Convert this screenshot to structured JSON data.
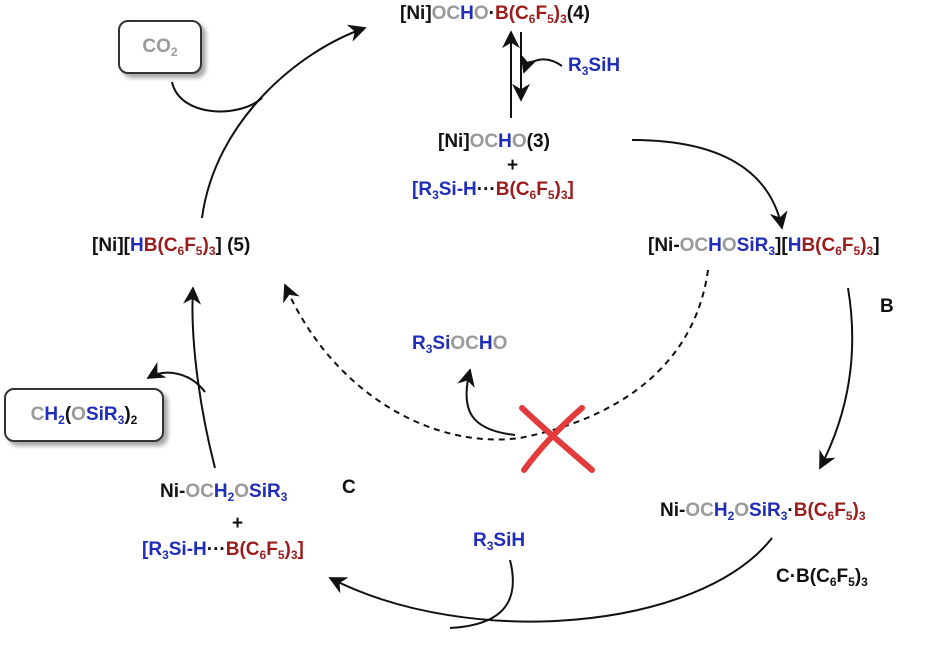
{
  "colors": {
    "black": "#111111",
    "blue": "#1f2db8",
    "red": "#9b1c1c",
    "gray": "#9a9a9a",
    "cross": "#e33b3b"
  },
  "labels": {
    "s4": [
      {
        "t": "[Ni]",
        "c": "black"
      },
      {
        "t": "OC",
        "c": "gray"
      },
      {
        "t": "H",
        "c": "blue"
      },
      {
        "t": "O",
        "c": "gray"
      },
      {
        "t": "·",
        "c": "black"
      },
      {
        "t": "B(C",
        "c": "red"
      },
      {
        "t": "6",
        "c": "red",
        "sub": true
      },
      {
        "t": "F",
        "c": "red"
      },
      {
        "t": "5",
        "c": "red",
        "sub": true
      },
      {
        "t": ")",
        "c": "red"
      },
      {
        "t": "3",
        "c": "red",
        "sub": true
      },
      {
        "t": " (4)",
        "c": "black"
      }
    ],
    "r3sih_top": [
      {
        "t": "R",
        "c": "blue"
      },
      {
        "t": "3",
        "c": "blue",
        "sub": true
      },
      {
        "t": "SiH",
        "c": "blue"
      }
    ],
    "s3": [
      {
        "t": "[Ni]",
        "c": "black"
      },
      {
        "t": "OC",
        "c": "gray"
      },
      {
        "t": "H",
        "c": "blue"
      },
      {
        "t": "O",
        "c": "gray"
      },
      {
        "t": " (3)",
        "c": "black"
      }
    ],
    "plus1": [
      {
        "t": "+",
        "c": "black"
      }
    ],
    "adduct1": [
      {
        "t": "[R",
        "c": "blue"
      },
      {
        "t": "3",
        "c": "blue",
        "sub": true
      },
      {
        "t": "Si-H",
        "c": "blue"
      },
      {
        "t": "···",
        "c": "black"
      },
      {
        "t": "B(C",
        "c": "red"
      },
      {
        "t": "6",
        "c": "red",
        "sub": true
      },
      {
        "t": "F",
        "c": "red"
      },
      {
        "t": "5",
        "c": "red",
        "sub": true
      },
      {
        "t": ")",
        "c": "red"
      },
      {
        "t": "3",
        "c": "red",
        "sub": true
      },
      {
        "t": "]",
        "c": "red"
      }
    ],
    "s5": [
      {
        "t": "[Ni][",
        "c": "black"
      },
      {
        "t": "H",
        "c": "blue"
      },
      {
        "t": "B(C",
        "c": "red"
      },
      {
        "t": "6",
        "c": "red",
        "sub": true
      },
      {
        "t": "F",
        "c": "red"
      },
      {
        "t": "5",
        "c": "red",
        "sub": true
      },
      {
        "t": ")",
        "c": "red"
      },
      {
        "t": "3",
        "c": "red",
        "sub": true
      },
      {
        "t": "] (5)",
        "c": "black"
      }
    ],
    "sB": [
      {
        "t": "[Ni-",
        "c": "black"
      },
      {
        "t": "OC",
        "c": "gray"
      },
      {
        "t": "H",
        "c": "blue"
      },
      {
        "t": "O",
        "c": "gray"
      },
      {
        "t": "SiR",
        "c": "blue"
      },
      {
        "t": "3",
        "c": "blue",
        "sub": true
      },
      {
        "t": "][",
        "c": "black"
      },
      {
        "t": "H",
        "c": "blue"
      },
      {
        "t": "B(C",
        "c": "red"
      },
      {
        "t": "6",
        "c": "red",
        "sub": true
      },
      {
        "t": "F",
        "c": "red"
      },
      {
        "t": "5",
        "c": "red",
        "sub": true
      },
      {
        "t": ")",
        "c": "red"
      },
      {
        "t": "3",
        "c": "red",
        "sub": true
      },
      {
        "t": "]",
        "c": "black"
      }
    ],
    "B": [
      {
        "t": "B",
        "c": "black"
      }
    ],
    "silylformate": [
      {
        "t": "R",
        "c": "blue"
      },
      {
        "t": "3",
        "c": "blue",
        "sub": true
      },
      {
        "t": "Si",
        "c": "blue"
      },
      {
        "t": "OC",
        "c": "gray"
      },
      {
        "t": "H",
        "c": "blue"
      },
      {
        "t": "O",
        "c": "gray"
      }
    ],
    "sC": [
      {
        "t": "Ni-",
        "c": "black"
      },
      {
        "t": "OC",
        "c": "gray"
      },
      {
        "t": "H",
        "c": "blue"
      },
      {
        "t": "2",
        "c": "blue",
        "sub": true
      },
      {
        "t": "O",
        "c": "gray"
      },
      {
        "t": "SiR",
        "c": "blue"
      },
      {
        "t": "3",
        "c": "blue",
        "sub": true
      }
    ],
    "C": [
      {
        "t": "C",
        "c": "black"
      }
    ],
    "plus2": [
      {
        "t": "+",
        "c": "black"
      }
    ],
    "adduct2": [
      {
        "t": "[R",
        "c": "blue"
      },
      {
        "t": "3",
        "c": "blue",
        "sub": true
      },
      {
        "t": "Si-H",
        "c": "blue"
      },
      {
        "t": "···",
        "c": "black"
      },
      {
        "t": "B(C",
        "c": "red"
      },
      {
        "t": "6",
        "c": "red",
        "sub": true
      },
      {
        "t": "F",
        "c": "red"
      },
      {
        "t": "5",
        "c": "red",
        "sub": true
      },
      {
        "t": ")",
        "c": "red"
      },
      {
        "t": "3",
        "c": "red",
        "sub": true
      },
      {
        "t": "]",
        "c": "red"
      }
    ],
    "sCB": [
      {
        "t": "Ni-",
        "c": "black"
      },
      {
        "t": "OC",
        "c": "gray"
      },
      {
        "t": "H",
        "c": "blue"
      },
      {
        "t": "2",
        "c": "blue",
        "sub": true
      },
      {
        "t": "O",
        "c": "gray"
      },
      {
        "t": "SiR",
        "c": "blue"
      },
      {
        "t": "3",
        "c": "blue",
        "sub": true
      },
      {
        "t": "·",
        "c": "black"
      },
      {
        "t": "B(C",
        "c": "red"
      },
      {
        "t": "6",
        "c": "red",
        "sub": true
      },
      {
        "t": "F",
        "c": "red"
      },
      {
        "t": "5",
        "c": "red",
        "sub": true
      },
      {
        "t": ")",
        "c": "red"
      },
      {
        "t": "3",
        "c": "red",
        "sub": true
      }
    ],
    "CB": [
      {
        "t": "C·B(C",
        "c": "black"
      },
      {
        "t": "6",
        "c": "black",
        "sub": true
      },
      {
        "t": "F",
        "c": "black"
      },
      {
        "t": "5",
        "c": "black",
        "sub": true
      },
      {
        "t": ")",
        "c": "black"
      },
      {
        "t": "3",
        "c": "black",
        "sub": true
      }
    ],
    "r3sih_bottom": [
      {
        "t": "R",
        "c": "blue"
      },
      {
        "t": "3",
        "c": "blue",
        "sub": true
      },
      {
        "t": "SiH",
        "c": "blue"
      }
    ]
  },
  "boxes": {
    "co2": [
      {
        "t": "CO",
        "c": "gray"
      },
      {
        "t": "2",
        "c": "gray",
        "sub": true
      }
    ],
    "acetal": [
      {
        "t": "C",
        "c": "gray"
      },
      {
        "t": "H",
        "c": "blue"
      },
      {
        "t": "2",
        "c": "blue",
        "sub": true
      },
      {
        "t": "(",
        "c": "black"
      },
      {
        "t": "O",
        "c": "gray"
      },
      {
        "t": "SiR",
        "c": "blue"
      },
      {
        "t": "3",
        "c": "blue",
        "sub": true
      },
      {
        "t": ")",
        "c": "black"
      },
      {
        "t": "2",
        "c": "black",
        "sub": true
      }
    ]
  }
}
